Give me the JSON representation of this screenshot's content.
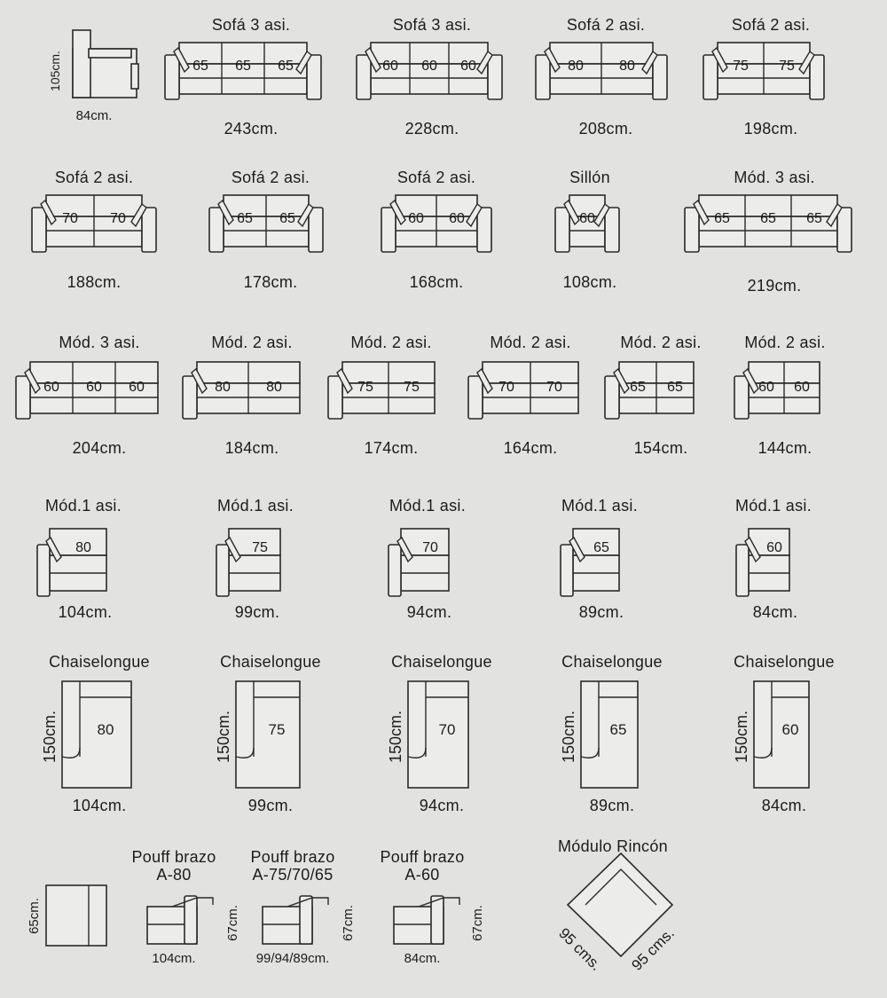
{
  "side_profile": {
    "height": "105cm.",
    "depth": "84cm."
  },
  "sofas": [
    {
      "label": "Sofá 3 asi.",
      "seats": [
        "65",
        "65",
        "65"
      ],
      "width": "243cm."
    },
    {
      "label": "Sofá 3 asi.",
      "seats": [
        "60",
        "60",
        "60"
      ],
      "width": "228cm."
    },
    {
      "label": "Sofá 2 asi.",
      "seats": [
        "80",
        "80"
      ],
      "width": "208cm."
    },
    {
      "label": "Sofá 2 asi.",
      "seats": [
        "75",
        "75"
      ],
      "width": "198cm."
    },
    {
      "label": "Sofá 2 asi.",
      "seats": [
        "70",
        "70"
      ],
      "width": "188cm."
    },
    {
      "label": "Sofá 2 asi.",
      "seats": [
        "65",
        "65"
      ],
      "width": "178cm."
    },
    {
      "label": "Sofá 2 asi.",
      "seats": [
        "60",
        "60"
      ],
      "width": "168cm."
    },
    {
      "label": "Sillón",
      "seats": [
        "60"
      ],
      "width": "108cm."
    },
    {
      "label": "Mód. 3 asi.",
      "seats": [
        "65",
        "65",
        "65"
      ],
      "width": "219cm."
    }
  ],
  "modules": [
    {
      "label": "Mód. 3 asi.",
      "seats": [
        "60",
        "60",
        "60"
      ],
      "width": "204cm."
    },
    {
      "label": "Mód. 2 asi.",
      "seats": [
        "80",
        "80"
      ],
      "width": "184cm."
    },
    {
      "label": "Mód. 2 asi.",
      "seats": [
        "75",
        "75"
      ],
      "width": "174cm."
    },
    {
      "label": "Mód. 2 asi.",
      "seats": [
        "70",
        "70"
      ],
      "width": "164cm."
    },
    {
      "label": "Mód. 2 asi.",
      "seats": [
        "65",
        "65"
      ],
      "width": "154cm."
    },
    {
      "label": "Mód. 2 asi.",
      "seats": [
        "60",
        "60"
      ],
      "width": "144cm."
    }
  ],
  "single_modules": [
    {
      "label": "Mód.1 asi.",
      "seat": "80",
      "width": "104cm."
    },
    {
      "label": "Mód.1 asi.",
      "seat": "75",
      "width": "99cm."
    },
    {
      "label": "Mód.1 asi.",
      "seat": "70",
      "width": "94cm."
    },
    {
      "label": "Mód.1 asi.",
      "seat": "65",
      "width": "89cm."
    },
    {
      "label": "Mód.1 asi.",
      "seat": "60",
      "width": "84cm."
    }
  ],
  "chaiselongues": [
    {
      "label": "Chaiselongue",
      "seat": "80",
      "length": "150cm.",
      "width": "104cm."
    },
    {
      "label": "Chaiselongue",
      "seat": "75",
      "length": "150cm.",
      "width": "99cm."
    },
    {
      "label": "Chaiselongue",
      "seat": "70",
      "length": "150cm.",
      "width": "94cm."
    },
    {
      "label": "Chaiselongue",
      "seat": "65",
      "length": "150cm.",
      "width": "89cm."
    },
    {
      "label": "Chaiselongue",
      "seat": "60",
      "length": "150cm.",
      "width": "84cm."
    }
  ],
  "pouf": {
    "height": "65cm."
  },
  "pouffs_brazo": [
    {
      "label_line1": "Pouff brazo",
      "label_line2": "A-80",
      "height": "67cm.",
      "width": "104cm."
    },
    {
      "label_line1": "Pouff brazo",
      "label_line2": "A-75/70/65",
      "height": "67cm.",
      "width": "99/94/89cm."
    },
    {
      "label_line1": "Pouff brazo",
      "label_line2": "A-60",
      "height": "67cm.",
      "width": "84cm."
    }
  ],
  "corner": {
    "label": "Módulo Rincón",
    "side_a": "95 cms.",
    "side_b": "95 cms."
  },
  "colors": {
    "background": "#e2e2e0",
    "line": "#2a2a2a",
    "fill": "#ececea"
  }
}
